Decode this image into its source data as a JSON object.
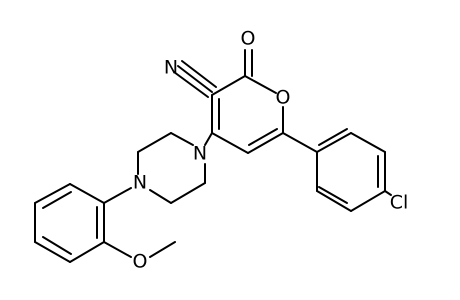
{
  "structure": {
    "type": "chemical-structure",
    "atom_labels": {
      "nitrile_N": "N",
      "carbonyl_O": "O",
      "ring_O": "O",
      "piperazine_N_top": "N",
      "piperazine_N_bottom": "N",
      "chloro": "Cl",
      "methoxy_O": "O"
    }
  }
}
